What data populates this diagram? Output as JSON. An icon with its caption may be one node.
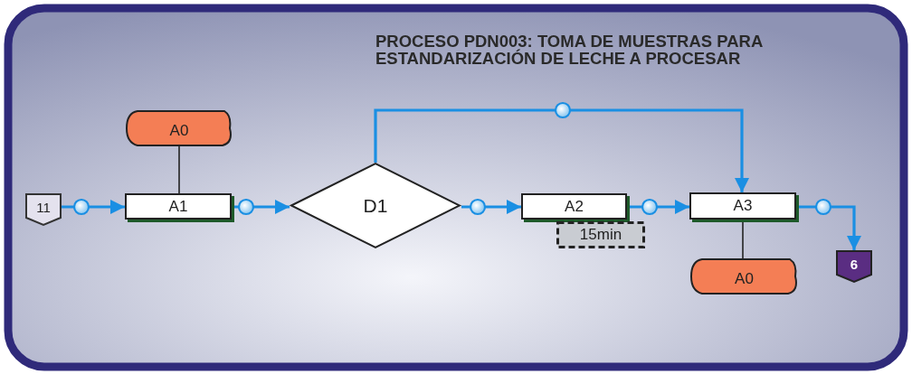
{
  "diagram": {
    "title": "PROCESO PDN003: TOMA DE MUESTRAS PARA ESTANDARIZACIÓN DE LECHE A PROCESAR",
    "nodes": [
      {
        "text": [
          "11"
        ]
      },
      {
        "text": [
          "A0"
        ]
      },
      {
        "text": [
          "A1"
        ]
      },
      {
        "text": [
          "D1"
        ]
      },
      {
        "text": [
          "A2"
        ]
      },
      {
        "text": [
          "15min"
        ]
      },
      {
        "text": [
          "A3"
        ]
      },
      {
        "text": [
          "A0"
        ]
      },
      {
        "text": [
          "6"
        ]
      }
    ],
    "edges": [
      {
        "from": 0,
        "to": 2,
        "arrow": "to"
      },
      {
        "from": 1,
        "to": 2,
        "arrow": "none",
        "color": "#222222"
      },
      {
        "from": 2,
        "to": 3,
        "arrow": "to"
      },
      {
        "from": 3,
        "to": 4,
        "arrow": "to"
      },
      {
        "from": 3,
        "to": 6,
        "arrow": "to"
      },
      {
        "from": 4,
        "to": 6,
        "arrow": "to"
      },
      {
        "from": 6,
        "to": 8,
        "arrow": "to"
      },
      {
        "from": 6,
        "to": 7,
        "arrow": "none",
        "color": "#222222"
      }
    ]
  }
}
